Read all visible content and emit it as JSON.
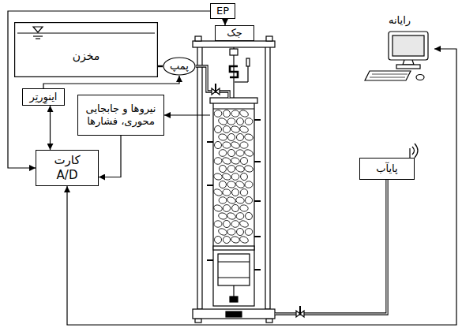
{
  "diagram": {
    "nodes": [
      {
        "text": [
          "EP"
        ]
      },
      {
        "text": [
          "جک"
        ]
      },
      {
        "text": [
          "مخزن"
        ]
      },
      {
        "text": [
          "پمپ"
        ]
      },
      {
        "text": [
          "رایانه"
        ]
      },
      {
        "text": [
          "اینوِرتِر"
        ]
      },
      {
        "text": [
          "نیروها و جابجایی محوری، فشارها"
        ]
      },
      {
        "text": [
          "کارت A/D"
        ]
      },
      {
        "text": [
          "پایآب"
        ]
      }
    ],
    "edges": [
      {
        "from": 0,
        "to": 1,
        "arrow": "to"
      },
      {
        "from": 0,
        "to": 7,
        "arrow": "to"
      },
      {
        "from": 2,
        "to": 3,
        "arrow": "none"
      },
      {
        "from": 5,
        "to": 3,
        "arrow": "to"
      },
      {
        "from": 5,
        "to": 7,
        "arrow": "both"
      },
      {
        "from": 6,
        "to": 7,
        "arrow": "to"
      },
      {
        "from": 7,
        "to": 4,
        "arrow": "both"
      }
    ]
  }
}
